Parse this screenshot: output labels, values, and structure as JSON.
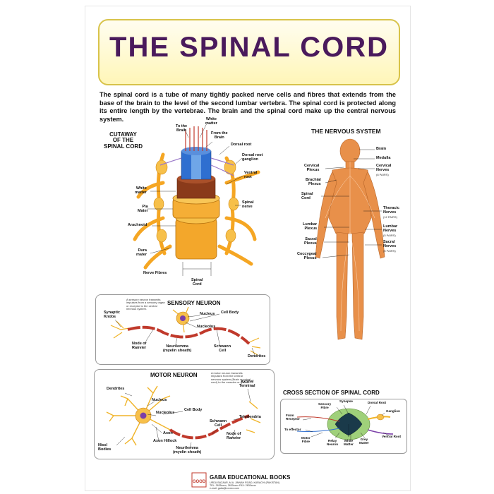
{
  "title": "THE SPINAL CORD",
  "intro": "The spinal cord is a tube of many tightly packed nerve cells and fibres that extends from the base of the brain to the level of the second lumbar vertebra. The spinal cord is protected along its entire length by the vertebrae. The brain and the spinal cord make up the central nervous system.",
  "cutaway": {
    "heading": "CUTAWAY\nOF THE\nSPINAL CORD",
    "labels": {
      "to_brain": "To the\nBrain",
      "white_matter_top": "White\nmatter",
      "from_brain": "From the\nBrain",
      "dorsal_root": "Dorsal root",
      "dorsal_root_ganglion": "Dorsal root\nganglion",
      "ventral_root": "Ventral\nroot",
      "white_matter_left": "White\nmatter",
      "pia_mater": "Pia\nMater",
      "arachnoid": "Arachnoid",
      "spinal_nerve": "Spinal\nnerve",
      "dura_mater": "Dura\nmater",
      "nerve_fibres": "Nerve Fibres",
      "spinal_cord": "Spinal\nCord"
    }
  },
  "nervous_system": {
    "heading": "THE NERVOUS SYSTEM",
    "labels": {
      "brain": "Brain",
      "medulla": "Medulla",
      "cervical_plexus": "Cervical\nPlexus",
      "cervical_nerves": "Cervical\nNerves",
      "cervical_nerves_note": "(8 PAIRS)",
      "brachial_plexus": "Brachial\nPlexus",
      "spinal_cord": "Spinal\nCord",
      "thoracic_nerves": "Thoracic\nNerves",
      "thoracic_note": "(12 PAIRS)",
      "lumbar_plexus": "Lumbar\nPlexus",
      "lumbar_nerves": "Lumbar\nNerves",
      "lumbar_note": "(5 PAIRS)",
      "sacral_plexus": "Sacral\nPlexus",
      "sacral_nerves": "Sacral\nNerves",
      "sacral_note": "(5 PAIRS)",
      "coccygeal_plexus": "Coccygeal\nPlexus"
    }
  },
  "sensory": {
    "heading": "SENSORY NEURON",
    "note": "A sensory neuron transmits impulses from a sensory organ or receptor to the central nervous system.",
    "labels": {
      "synaptic_knobs": "Synaptic\nKnobs",
      "nucleus": "Nucleus",
      "cell_body": "Cell Body",
      "nucleolus": "Nucleolus",
      "node_of_ranvier": "Node of\nRanvier",
      "neurilemma": "Neurilemma\n(myelin sheath)",
      "schwann_cell": "Schwann\nCell",
      "dendrites": "Dendrites"
    }
  },
  "motor": {
    "heading": "MOTOR NEURON",
    "note": "A motor neuron transmits impulses from the central nervous system (Brain or spinal cord) to the muscles or glands.",
    "labels": {
      "dendrites": "Dendrites",
      "axonal_terminal": "Axonal\nTerminal",
      "nucleus": "Nucleus",
      "cell_body": "Cell Body",
      "nucleolus": "Nucleolus",
      "telodendria": "Telodendria",
      "schwann_cell": "Schwann\nCell",
      "axon": "Axon",
      "axon_hillock": "Axon Hillock",
      "node_of_ranvier": "Node of\nRanvier",
      "nissl_bodies": "Nissl\nBodies",
      "neurilemma": "Neurilemma\n(myelin sheath)"
    }
  },
  "cross_section": {
    "heading": "CROSS SECTION OF SPINAL CORD",
    "labels": {
      "sensory_fibre": "Sensory\nFibre",
      "synapse": "Synapse",
      "dorsal_root": "Dorsal Root",
      "from_receptor": "From\nReceptor",
      "ganglion": "Ganglion",
      "to_effector": "To effector",
      "ventral_root": "Ventral Root",
      "motor_fibre": "Motor\nFibre",
      "relay_neuron": "Relay\nNeuron",
      "white_matter": "White\nMatter",
      "grey_matter": "Grey\nMatter"
    }
  },
  "footer": {
    "publisher": "GABA EDUCATIONAL BOOKS",
    "address": "URDU BAZAAR, M.A. JINNAH ROAD, KARACHI (PAKISTAN)\nTEL: 2635xxxx, 2630xxxx FAX: 2630xxxx\ne-mail: gaba@xxxxxx.com",
    "logo_text": "GOOD"
  },
  "colors": {
    "title": "#4a1a5c",
    "title_bg": "#fff6b8",
    "title_border": "#d8c34a",
    "nerve_orange": "#f5a623",
    "body_orange": "#e8904a",
    "myelin_red": "#c0392b",
    "cord_blue": "#2f6fd0",
    "grey_matter": "#1a3a4a",
    "white_matter": "#9fd07a"
  }
}
